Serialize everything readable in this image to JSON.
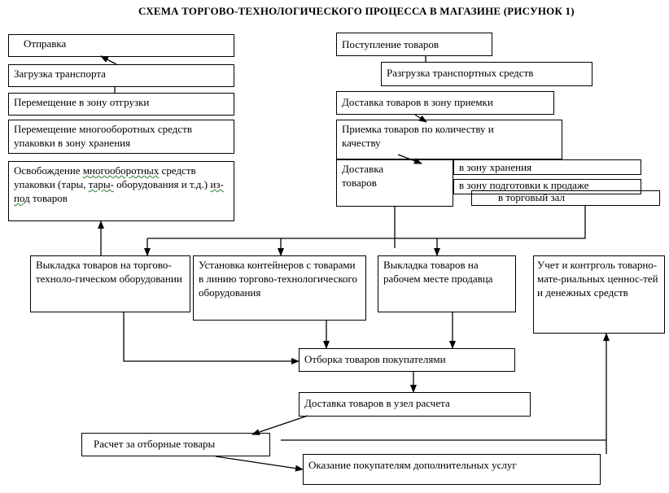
{
  "title": "СХЕМА ТОРГОВО-ТЕХНОЛОГИЧЕСКОГО  ПРОЦЕССА В МАГАЗИНЕ     (РИСУНОК 1)",
  "left_column": {
    "otpravka": "Отправка",
    "zagruzka": "Загрузка транспорта",
    "peremeshchenie_otgruzka": "Перемещение в зону отгрузки",
    "peremeshchenie_tara": "Перемещение многооборотных средств упаковки в зону хранения",
    "osvobozhdenie_part1": "Освобождение ",
    "osvobozhdenie_wavy1": "многооборотных",
    "osvobozhdenie_part2": " средств упаковки (тары, ",
    "osvobozhdenie_wavy2": "тары-",
    "osvobozhdenie_part3": " оборудования и т.д.) ",
    "osvobozhdenie_wavy3": "из-под",
    "osvobozhdenie_part4": " товаров"
  },
  "right_column": {
    "postuplenie": "Поступление товаров",
    "razgruzka": "Разгрузка транспортных средств",
    "dostavka_priemka": "Доставка товаров в зону приемки",
    "priemka": "Приемка товаров по количеству и качеству",
    "dostavka_tovarov": "Доставка товаров",
    "v_zonu_hraneniya": "в зону хранения",
    "v_zonu_podgotovki": "в зону подготовки к продаже",
    "v_torgovyi_zal": "в торговый зал"
  },
  "middle_row": {
    "vykladka_oborud": "Выкладка товаров на торгово-техноло-гическом оборудовании",
    "ustanovka": "Установка контейнеров  с товарами в линию торгово-технологического оборудования",
    "vykladka_rabochee": "Выкладка товаров на рабочем месте продавца",
    "uchet": "Учет и контрголь товарно-мате-риальных ценнос-тей и денежных средств"
  },
  "bottom": {
    "otborka": "Отборка товаров покупателями",
    "dostavka_uzel": "Доставка товаров в узел расчета",
    "raschet": "Расчет за отборные товары",
    "okazanie": "Оказание покупателям    дополнительных услуг"
  }
}
